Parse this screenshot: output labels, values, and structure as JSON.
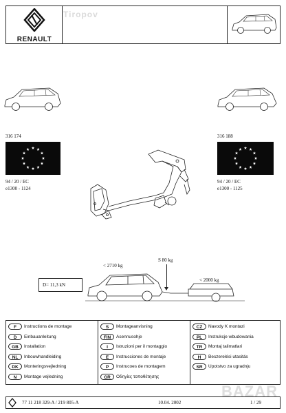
{
  "header": {
    "brand": "RENAULT",
    "watermark": "Tiropov"
  },
  "left_spec": {
    "part_no": "316 174",
    "directive": "94 / 20 / EC",
    "approval": "e1300 - 1124"
  },
  "right_spec": {
    "part_no": "316 188",
    "directive": "94 / 20 / EC",
    "approval": "e1300 - 1125"
  },
  "loads": {
    "vehicle": "< 2710 kg",
    "vertical": "S 80 kg",
    "trailer": "< 2000 kg",
    "d_value": "D= 11,3 kN"
  },
  "languages": {
    "col1": [
      {
        "code": "F",
        "text": "Instructions de montage"
      },
      {
        "code": "D",
        "text": "Einbauanleitung"
      },
      {
        "code": "GB",
        "text": "Installation"
      },
      {
        "code": "NL",
        "text": "Inbouwhandleiding"
      },
      {
        "code": "DK",
        "text": "Monteringsvejledning"
      },
      {
        "code": "N",
        "text": "Montage vejledning"
      }
    ],
    "col2": [
      {
        "code": "S",
        "text": "Montageanvisning"
      },
      {
        "code": "FIN",
        "text": "Asennusohje"
      },
      {
        "code": "I",
        "text": "Istruzioni per il montaggio"
      },
      {
        "code": "E",
        "text": "Instrucciones de montaje"
      },
      {
        "code": "P",
        "text": "Instrucoes de montagem"
      },
      {
        "code": "GR",
        "text": "Οδηγίες τοποθέτησης"
      }
    ],
    "col3": [
      {
        "code": "CZ",
        "text": "Navody K montazi"
      },
      {
        "code": "PL",
        "text": "Instrukcje wbudowania"
      },
      {
        "code": "TR",
        "text": "Montaj talimatlari"
      },
      {
        "code": "H",
        "text": "Beszerelési utasitás"
      },
      {
        "code": "SR",
        "text": "Upotstvo za ugradnju"
      }
    ]
  },
  "footer": {
    "ref": "77 11 218 329-A / 219 805-A",
    "date": "10.04. 2002",
    "page": "1 / 29",
    "watermark": "BAZAR"
  }
}
